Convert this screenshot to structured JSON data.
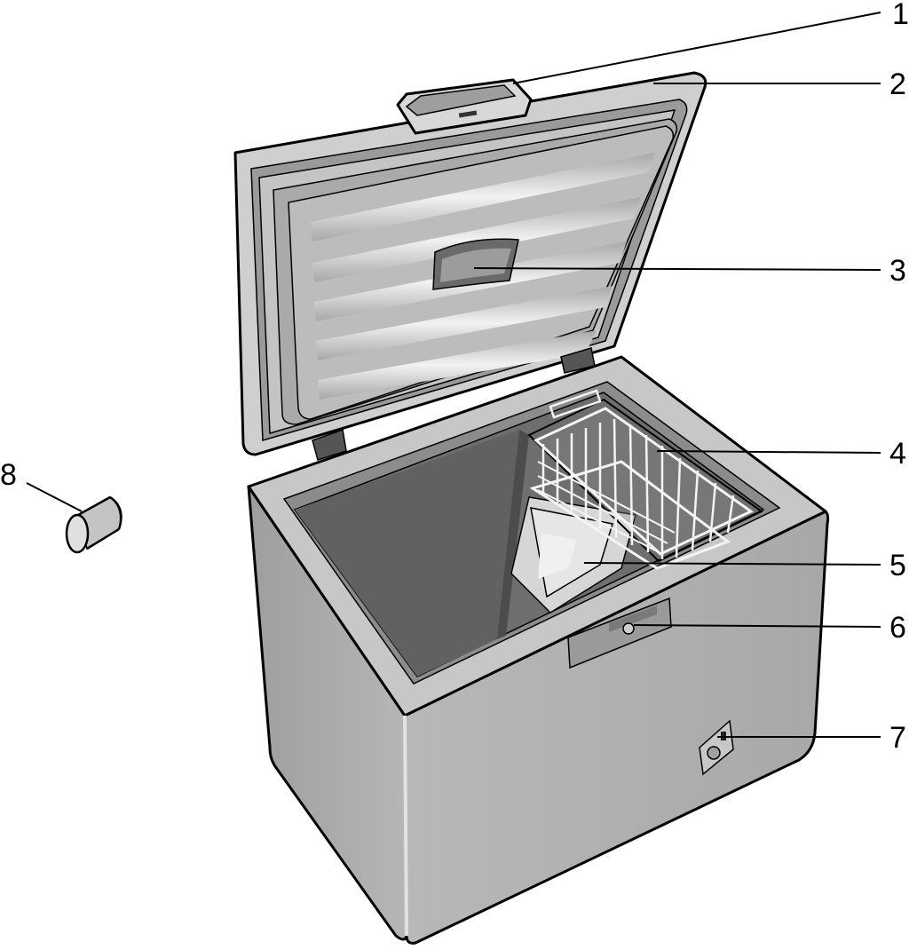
{
  "callouts": [
    {
      "id": "1",
      "label": "1"
    },
    {
      "id": "2",
      "label": "2"
    },
    {
      "id": "3",
      "label": "3"
    },
    {
      "id": "4",
      "label": "4"
    },
    {
      "id": "5",
      "label": "5"
    },
    {
      "id": "6",
      "label": "6"
    },
    {
      "id": "7",
      "label": "7"
    },
    {
      "id": "8",
      "label": "8"
    }
  ],
  "colors": {
    "body": "#b4b4b4",
    "body_front": "#bcbcbc",
    "body_side": "#a9a9a9",
    "interior": "#6e6e6e",
    "lid": "#c8c8c8",
    "lid_panel": "#bdbdbd",
    "outline": "#000000"
  }
}
